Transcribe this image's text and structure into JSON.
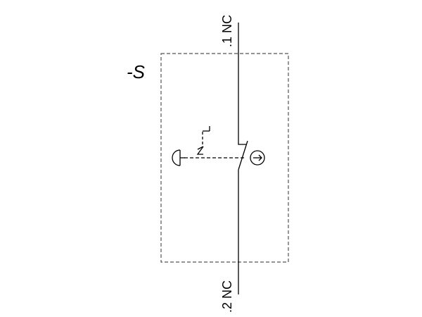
{
  "diagram": {
    "designation": "-S",
    "terminal_top": ".1 NC",
    "terminal_bottom": ".2 NC",
    "colors": {
      "line": "#000000",
      "enclosure": "#555555",
      "background": "#ffffff"
    },
    "symbols": [
      "mushroom-head-actuator-icon",
      "latching-mechanism-icon",
      "positive-opening-icon",
      "normally-closed-contact"
    ]
  }
}
